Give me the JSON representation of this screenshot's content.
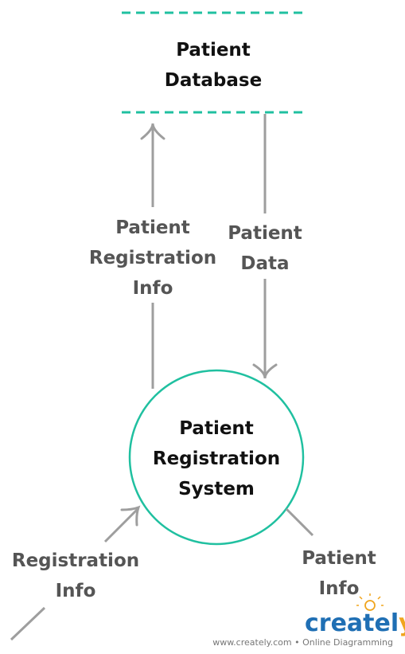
{
  "data_store": {
    "line1": "Patient",
    "line2": "Database"
  },
  "process": {
    "line1": "Patient",
    "line2": "Registration",
    "line3": "System"
  },
  "flows": {
    "to_database": {
      "line1": "Patient",
      "line2": "Registration",
      "line3": "Info"
    },
    "from_database": {
      "line1": "Patient",
      "line2": "Data"
    },
    "registration_in": {
      "line1": "Registration",
      "line2": "Info"
    },
    "patient_out": {
      "line1": "Patient",
      "line2": "Info"
    }
  },
  "watermark": {
    "logo_main": "createl",
    "logo_y": "y",
    "tagline": "www.creately.com • Online Diagramming"
  },
  "colors": {
    "accent": "#20c0a0",
    "arrow": "#9e9e9e",
    "flow_text": "#555555",
    "node_text": "#111111",
    "logo_blue": "#1f6fb4",
    "logo_orange": "#f0a51e"
  }
}
